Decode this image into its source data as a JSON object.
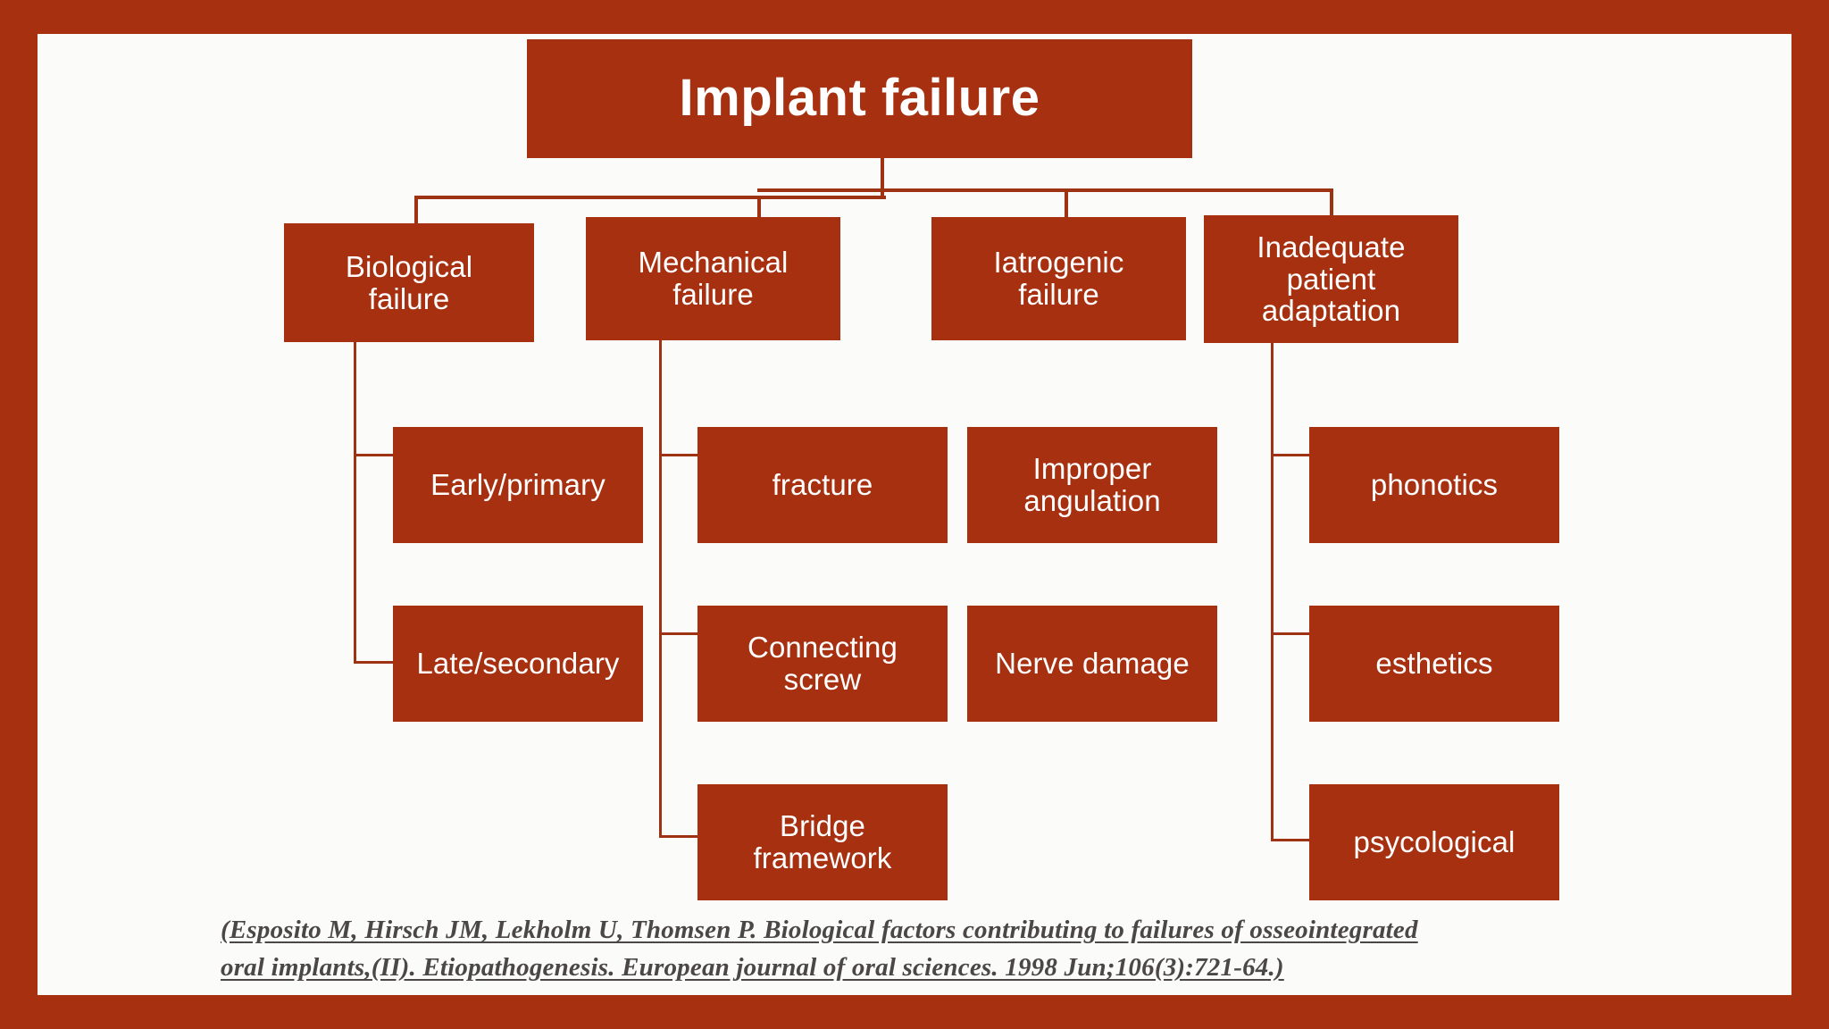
{
  "slide": {
    "background_color": "#FBFBFA",
    "frame_color": "#A6300F",
    "node_color": "#A6300F",
    "connector_color": "#9E3313",
    "text_color": "#FFFFFF"
  },
  "root": {
    "label": "Implant failure"
  },
  "branches": [
    {
      "label": "Biological\nfailure",
      "children": [
        {
          "label": "Early/primary"
        },
        {
          "label": "Late/secondary"
        }
      ]
    },
    {
      "label": "Mechanical\nfailure",
      "children": [
        {
          "label": "fracture"
        },
        {
          "label": "Connecting\nscrew"
        },
        {
          "label": "Bridge\nframework"
        }
      ]
    },
    {
      "label": "Iatrogenic\nfailure",
      "children": [
        {
          "label": "Improper\nangulation"
        },
        {
          "label": "Nerve damage"
        }
      ]
    },
    {
      "label": "Inadequate\npatient\nadaptation",
      "children": [
        {
          "label": "phonotics"
        },
        {
          "label": "esthetics"
        },
        {
          "label": "psycological"
        }
      ]
    }
  ],
  "citation": {
    "line1": "(Esposito M, Hirsch JM, Lekholm U, Thomsen P. Biological factors contributing to failures of osseointegrated",
    "line2": "oral implants,(II). Etiopathogenesis. European journal of oral sciences. 1998 Jun;106(3):721-64.)"
  }
}
